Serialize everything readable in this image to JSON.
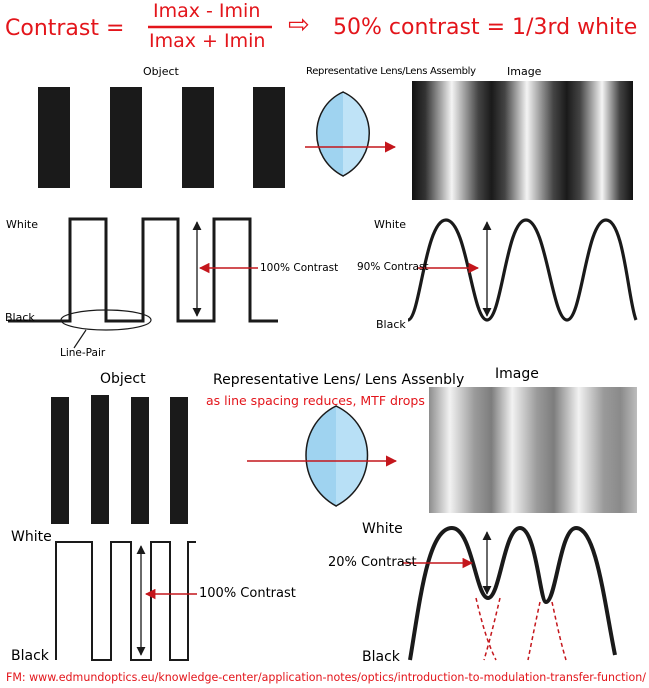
{
  "header": {
    "contrast_label": "Contrast =",
    "numerator": "Imax - Imin",
    "denominator": "Imax + Imin",
    "arrow_glyph": "⇨",
    "result": "50% contrast = 1/3rd white"
  },
  "top": {
    "object_label": "Object",
    "lens_label": "Representative Lens/Lens Assembly",
    "image_label": "Image",
    "white_left": "White",
    "black_left": "Black",
    "contrast_left": "100% Contrast",
    "line_pair": "Line-Pair",
    "white_right": "White",
    "black_right": "Black",
    "contrast_right": "90% Contrast"
  },
  "bottom": {
    "object_label": "Object",
    "lens_label": "Representative Lens/ Lens Assenbly",
    "note": "as line spacing reduces, MTF drops",
    "image_label": "Image",
    "white_left": "White",
    "black_left": "Black",
    "contrast_left": "100% Contrast",
    "white_right": "White",
    "black_right": "Black",
    "contrast_right": "20% Contrast"
  },
  "footer": {
    "source": "FM: www.edmundoptics.eu/knowledge-center/application-notes/optics/introduction-to-modulation-transfer-function/"
  },
  "colors": {
    "accent_red": "#e3151b",
    "lens_blue": "#9fd3f0",
    "bar_black": "#1a1a1a"
  }
}
